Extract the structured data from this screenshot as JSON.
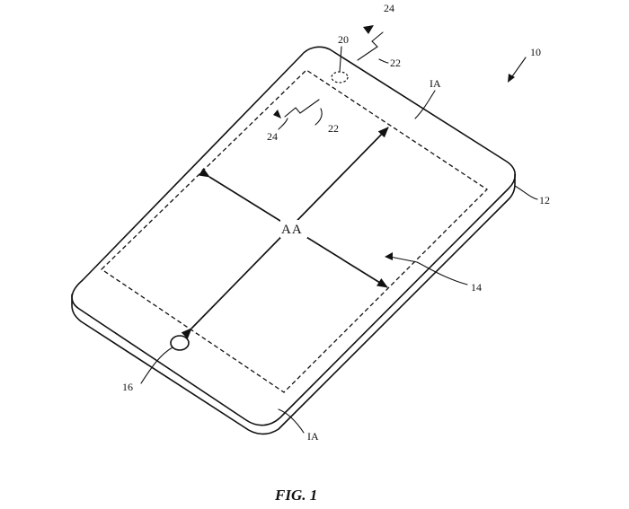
{
  "labels": {
    "device": "10",
    "housing": "12",
    "display": "14",
    "button": "16",
    "sensor": "20",
    "light_out": "22",
    "light_in": "24",
    "inactive_area": "IA",
    "active_area": "AA"
  },
  "caption": "FIG. 1"
}
